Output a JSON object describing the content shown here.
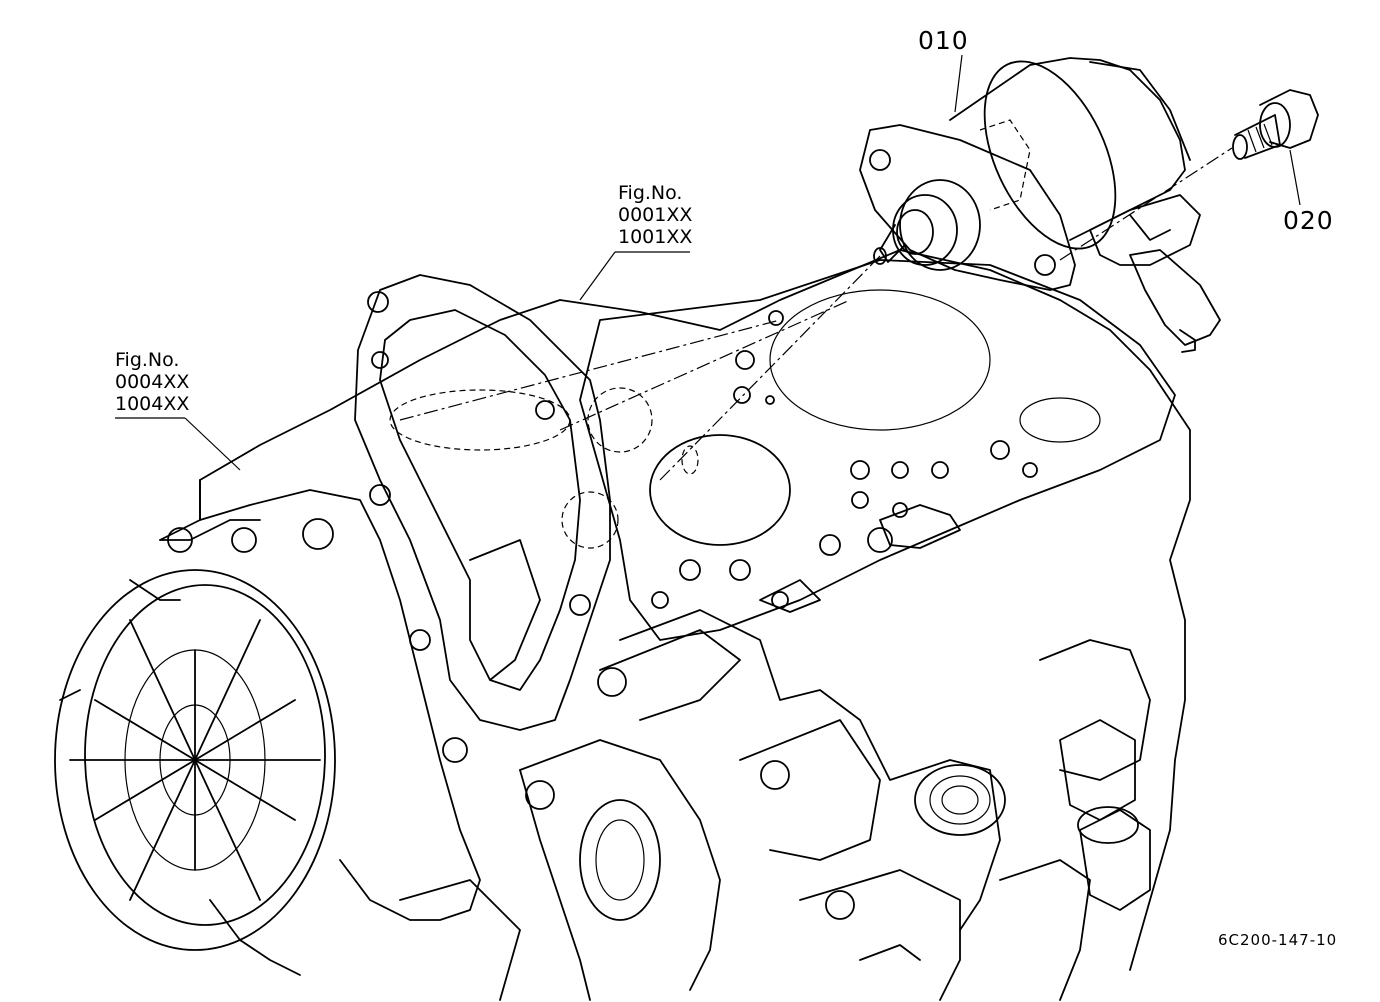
{
  "parts": [
    {
      "number": "010"
    },
    {
      "number": "020"
    }
  ],
  "references": [
    {
      "label": "Fig.No.",
      "codes": [
        "0001XX",
        "1001XX"
      ]
    },
    {
      "label": "Fig.No.",
      "codes": [
        "0004XX",
        "1004XX"
      ]
    }
  ],
  "drawing_code": "6C200-147-10",
  "icons": [
    "solenoid-assembly",
    "bolt",
    "engine-block",
    "gear-case",
    "cylinder-head-gasket"
  ]
}
